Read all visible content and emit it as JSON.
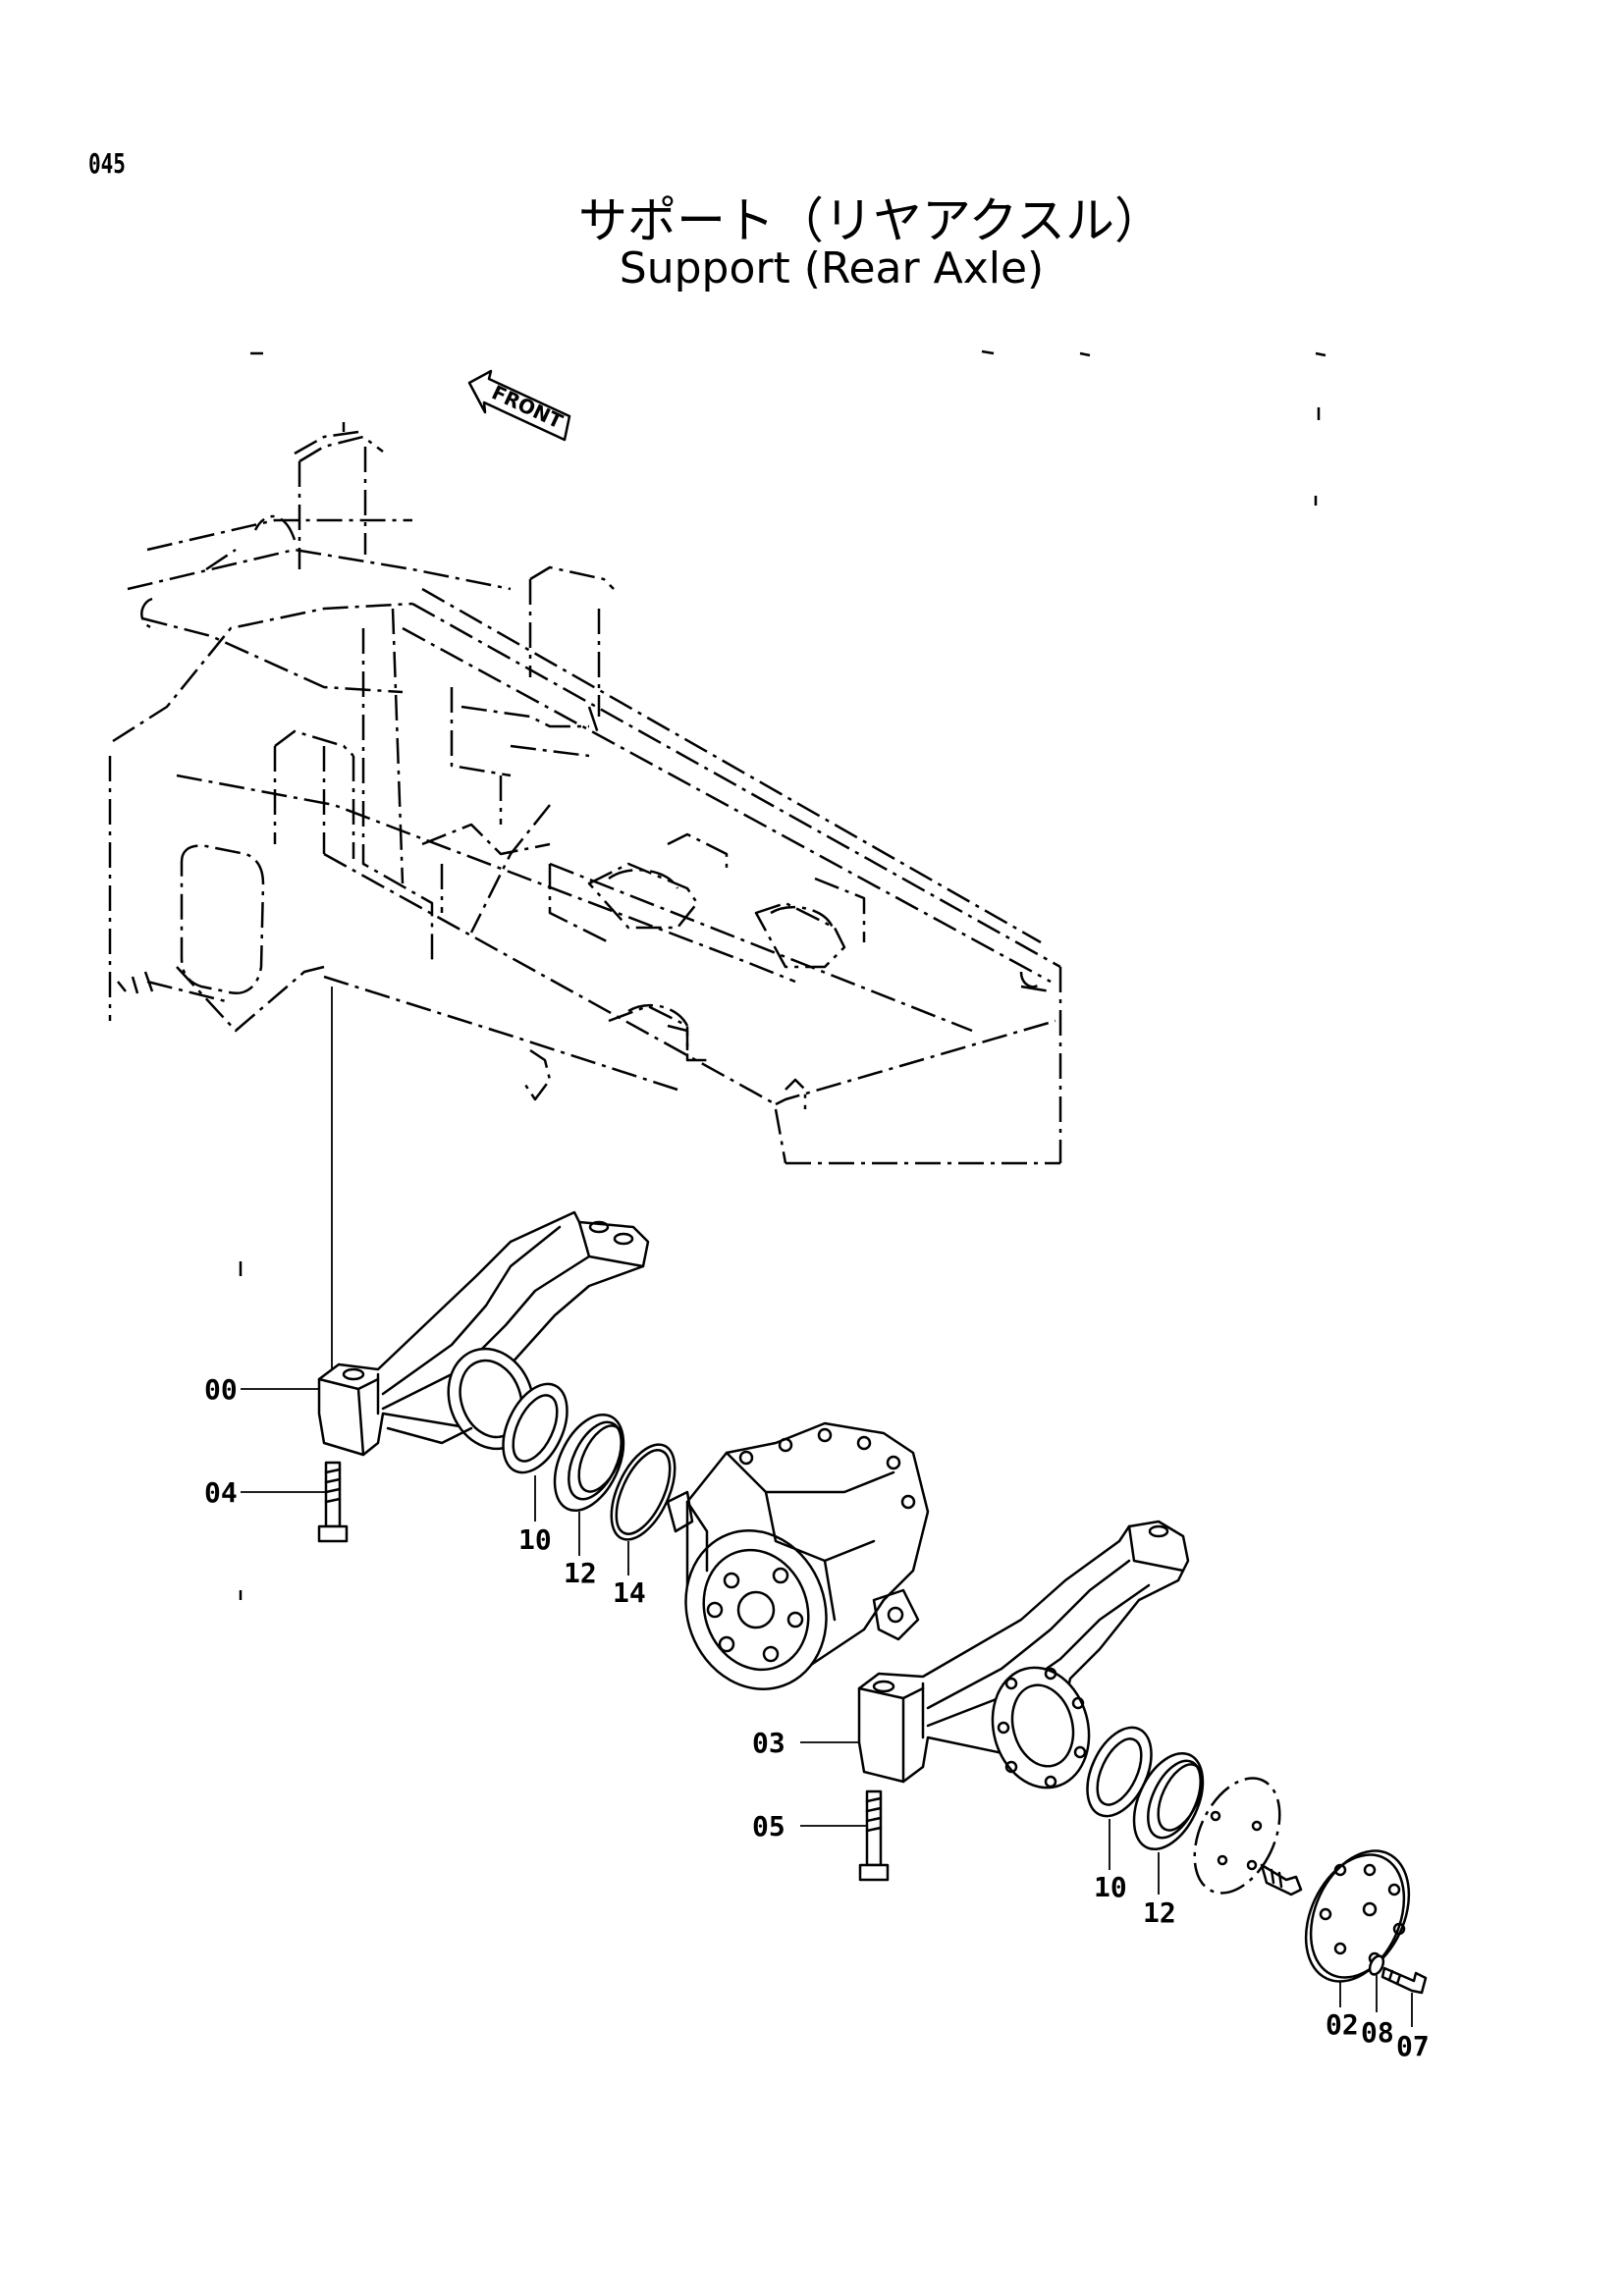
{
  "page": {
    "number": "045",
    "title_ja": "サポート（リヤアクスル）",
    "title_en": "Support (Rear Axle)"
  },
  "diagram": {
    "front_marker": "FRONT",
    "callouts": [
      {
        "id": "00",
        "label": "00"
      },
      {
        "id": "04",
        "label": "04"
      },
      {
        "id": "10a",
        "label": "10"
      },
      {
        "id": "12a",
        "label": "12"
      },
      {
        "id": "14",
        "label": "14"
      },
      {
        "id": "03",
        "label": "03"
      },
      {
        "id": "05",
        "label": "05"
      },
      {
        "id": "10b",
        "label": "10"
      },
      {
        "id": "12b",
        "label": "12"
      },
      {
        "id": "02",
        "label": "02"
      },
      {
        "id": "08",
        "label": "08"
      },
      {
        "id": "07",
        "label": "07"
      }
    ]
  }
}
